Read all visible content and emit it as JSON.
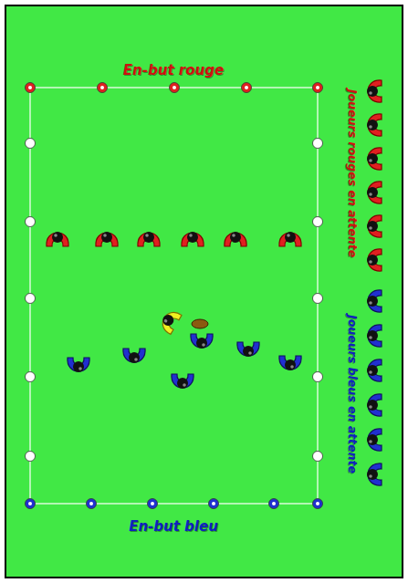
{
  "diagram": {
    "labels": [
      "En-but rouge",
      "Joueurs rouges en attente",
      "Joueurs bleus en attente",
      "En-but bleu"
    ]
  }
}
